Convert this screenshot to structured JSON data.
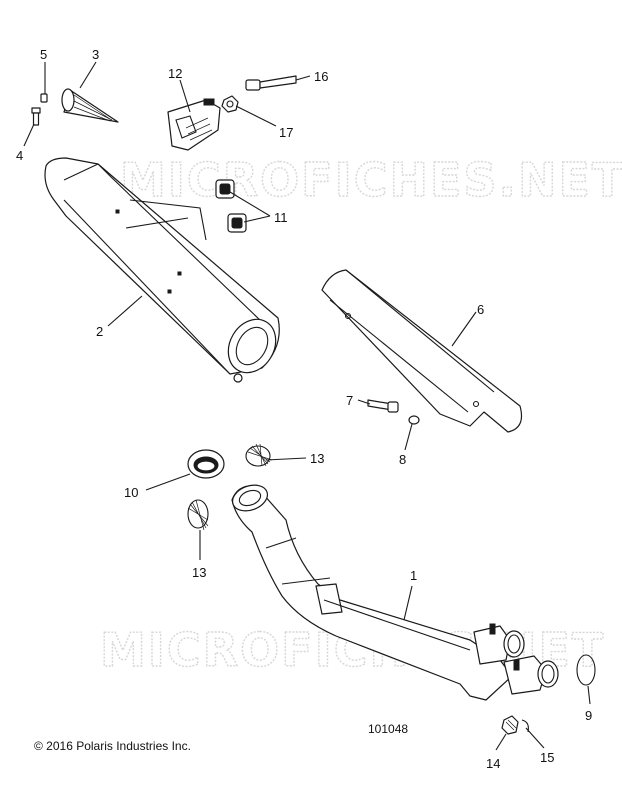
{
  "watermarks": [
    "MICROFICHES.NET",
    "MICROFICHES.NET"
  ],
  "callouts": [
    {
      "id": "c1",
      "text": "1"
    },
    {
      "id": "c2",
      "text": "2"
    },
    {
      "id": "c3",
      "text": "3"
    },
    {
      "id": "c4",
      "text": "4"
    },
    {
      "id": "c5",
      "text": "5"
    },
    {
      "id": "c6",
      "text": "6"
    },
    {
      "id": "c7",
      "text": "7"
    },
    {
      "id": "c8",
      "text": "8"
    },
    {
      "id": "c9",
      "text": "9"
    },
    {
      "id": "c10",
      "text": "10"
    },
    {
      "id": "c11",
      "text": "11"
    },
    {
      "id": "c12",
      "text": "12"
    },
    {
      "id": "c13a",
      "text": "13"
    },
    {
      "id": "c13b",
      "text": "13"
    },
    {
      "id": "c14",
      "text": "14"
    },
    {
      "id": "c15",
      "text": "15"
    },
    {
      "id": "c16",
      "text": "16"
    },
    {
      "id": "c17",
      "text": "17"
    }
  ],
  "diagram_number": "101048",
  "copyright": "© 2016 Polaris Industries Inc."
}
